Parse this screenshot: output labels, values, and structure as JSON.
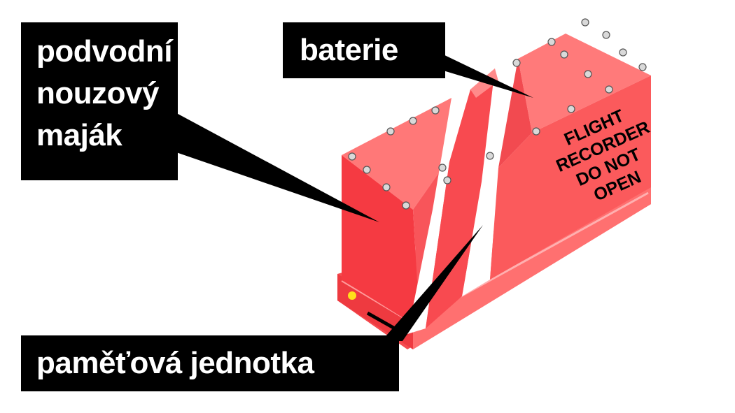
{
  "labels": {
    "beacon_line1": "podvodní",
    "beacon_line2": "nouzový",
    "beacon_line3": "maják",
    "battery": "baterie",
    "memory_unit": "paměťová jednotka"
  },
  "device": {
    "text_line1": "FLIGHT",
    "text_line2": "RECORDER",
    "text_line3": "DO NOT",
    "text_line4": "OPEN"
  },
  "colors": {
    "label_background": "#000000",
    "label_text": "#ffffff",
    "device_red": "#fb5a5c",
    "device_red_dark": "#ee3a40",
    "device_red_light": "#ff8080",
    "indicator": "#ffe11a"
  }
}
